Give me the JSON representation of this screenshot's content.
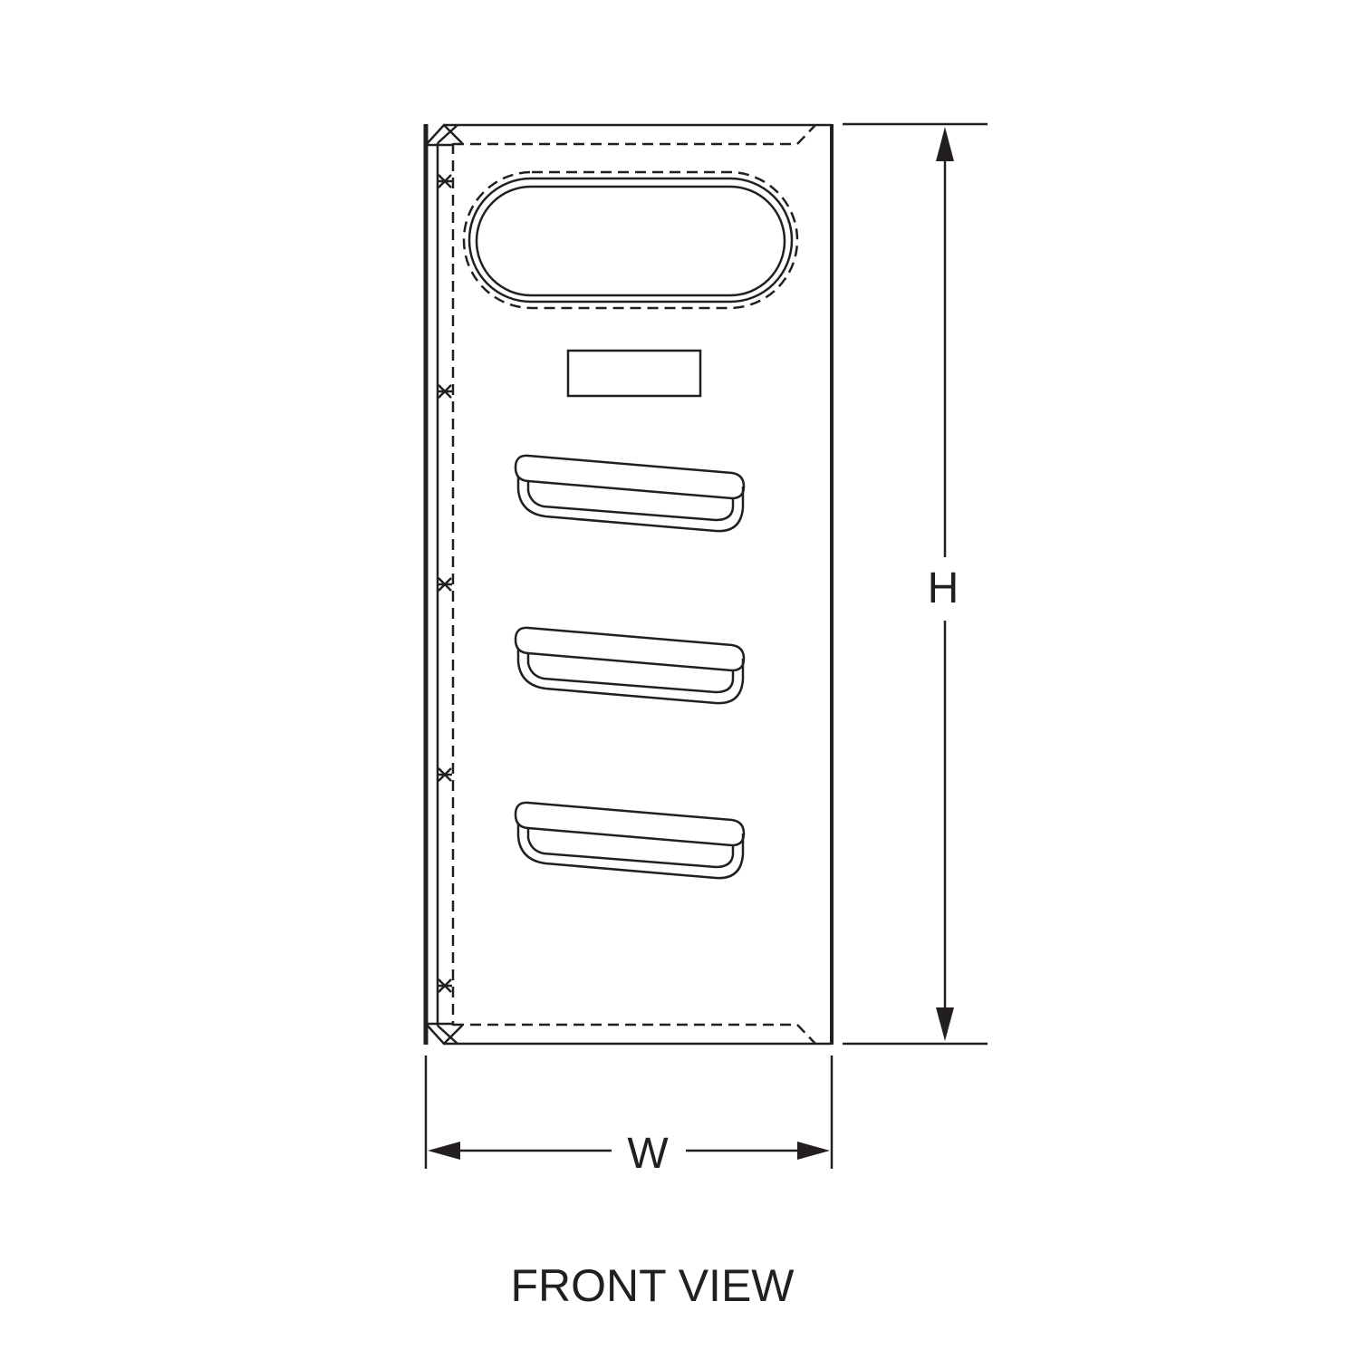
{
  "diagram": {
    "view_title": "FRONT VIEW",
    "dimensions": {
      "height_label": "H",
      "width_label": "W"
    },
    "handle_count": 3,
    "fastener_count": 5,
    "line_color": "#231f20"
  }
}
